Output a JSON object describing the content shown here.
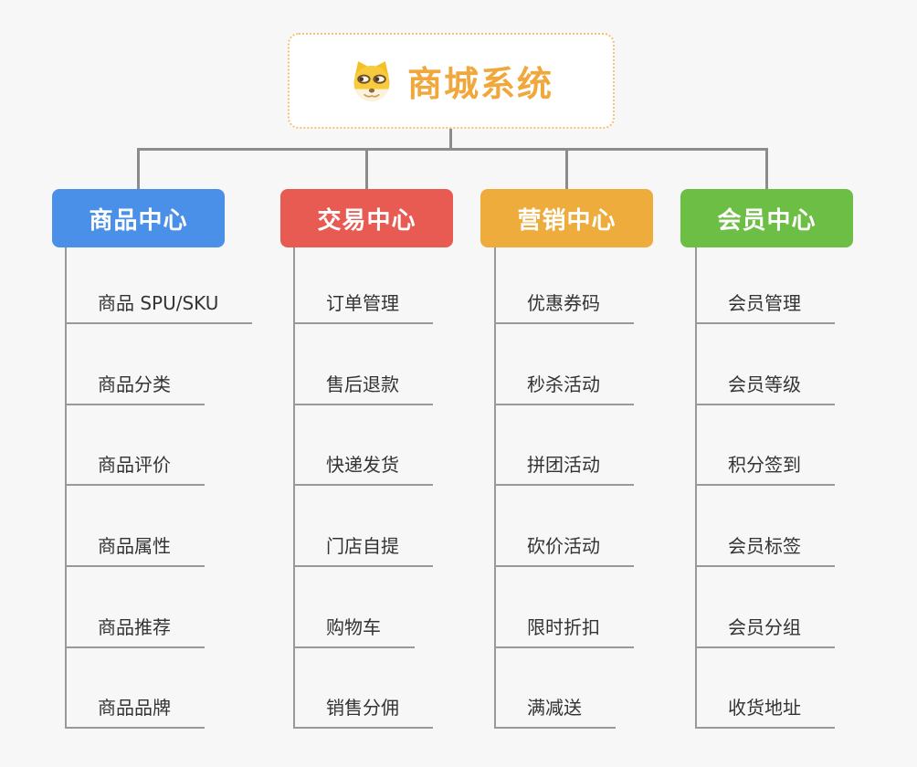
{
  "diagram": {
    "type": "mindmap-org-chart",
    "background_color": "#F7F7F7",
    "connector_color": "#8C8C8C",
    "leaf_line_color": "#999999",
    "leaf_text_color": "#333333"
  },
  "root": {
    "title": "商城系统",
    "icon": "dog-face-icon",
    "text_color": "#F0A73C",
    "border_color": "#F3C173",
    "background": "#FFFFFF"
  },
  "branches": [
    {
      "label": "商品中心",
      "color": "#4A90E8",
      "children": [
        "商品 SPU/SKU",
        "商品分类",
        "商品评价",
        "商品属性",
        "商品推荐",
        "商品品牌"
      ]
    },
    {
      "label": "交易中心",
      "color": "#E85B52",
      "children": [
        "订单管理",
        "售后退款",
        "快递发货",
        "门店自提",
        "购物车",
        "销售分佣"
      ]
    },
    {
      "label": "营销中心",
      "color": "#EDAC3B",
      "children": [
        "优惠券码",
        "秒杀活动",
        "拼团活动",
        "砍价活动",
        "限时折扣",
        "满减送"
      ]
    },
    {
      "label": "会员中心",
      "color": "#6DBE45",
      "children": [
        "会员管理",
        "会员等级",
        "积分签到",
        "会员标签",
        "会员分组",
        "收货地址"
      ]
    }
  ]
}
